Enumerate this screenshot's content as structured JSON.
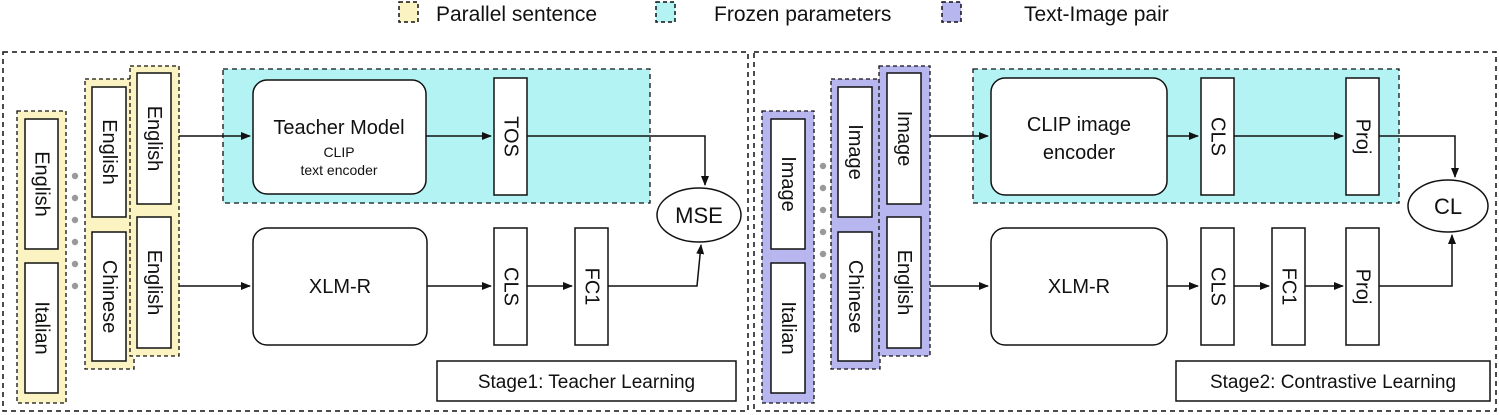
{
  "colors": {
    "parallel_fill": "#fbf4c2",
    "frozen_fill": "#b4f3f3",
    "pair_fill": "#b8b6ef",
    "stroke": "#111111"
  },
  "legend": {
    "parallel": "Parallel sentence",
    "frozen": "Frozen parameters",
    "pair": "Text-Image pair"
  },
  "stage1": {
    "caption": "Stage1: Teacher Learning",
    "inputs": {
      "col1": [
        "English",
        "Italian"
      ],
      "col2": [
        "English",
        "Chinese"
      ],
      "col3": [
        "English",
        "English"
      ]
    },
    "teacher_title": "Teacher Model",
    "teacher_sub1": "CLIP",
    "teacher_sub2": "text encoder",
    "teacher_token": "TOS",
    "student": "XLM-R",
    "student_token": "CLS",
    "fc": "FC1",
    "loss": "MSE"
  },
  "stage2": {
    "caption": "Stage2: Contrastive Learning",
    "inputs": {
      "col1": [
        "Image",
        "Italian"
      ],
      "col2": [
        "Image",
        "Chinese"
      ],
      "col3": [
        "Image",
        "English"
      ]
    },
    "image_encoder_line1": "CLIP image",
    "image_encoder_line2": "encoder",
    "image_token": "CLS",
    "image_proj": "Proj",
    "student": "XLM-R",
    "student_token": "CLS",
    "fc": "FC1",
    "text_proj": "Proj",
    "loss": "CL"
  }
}
